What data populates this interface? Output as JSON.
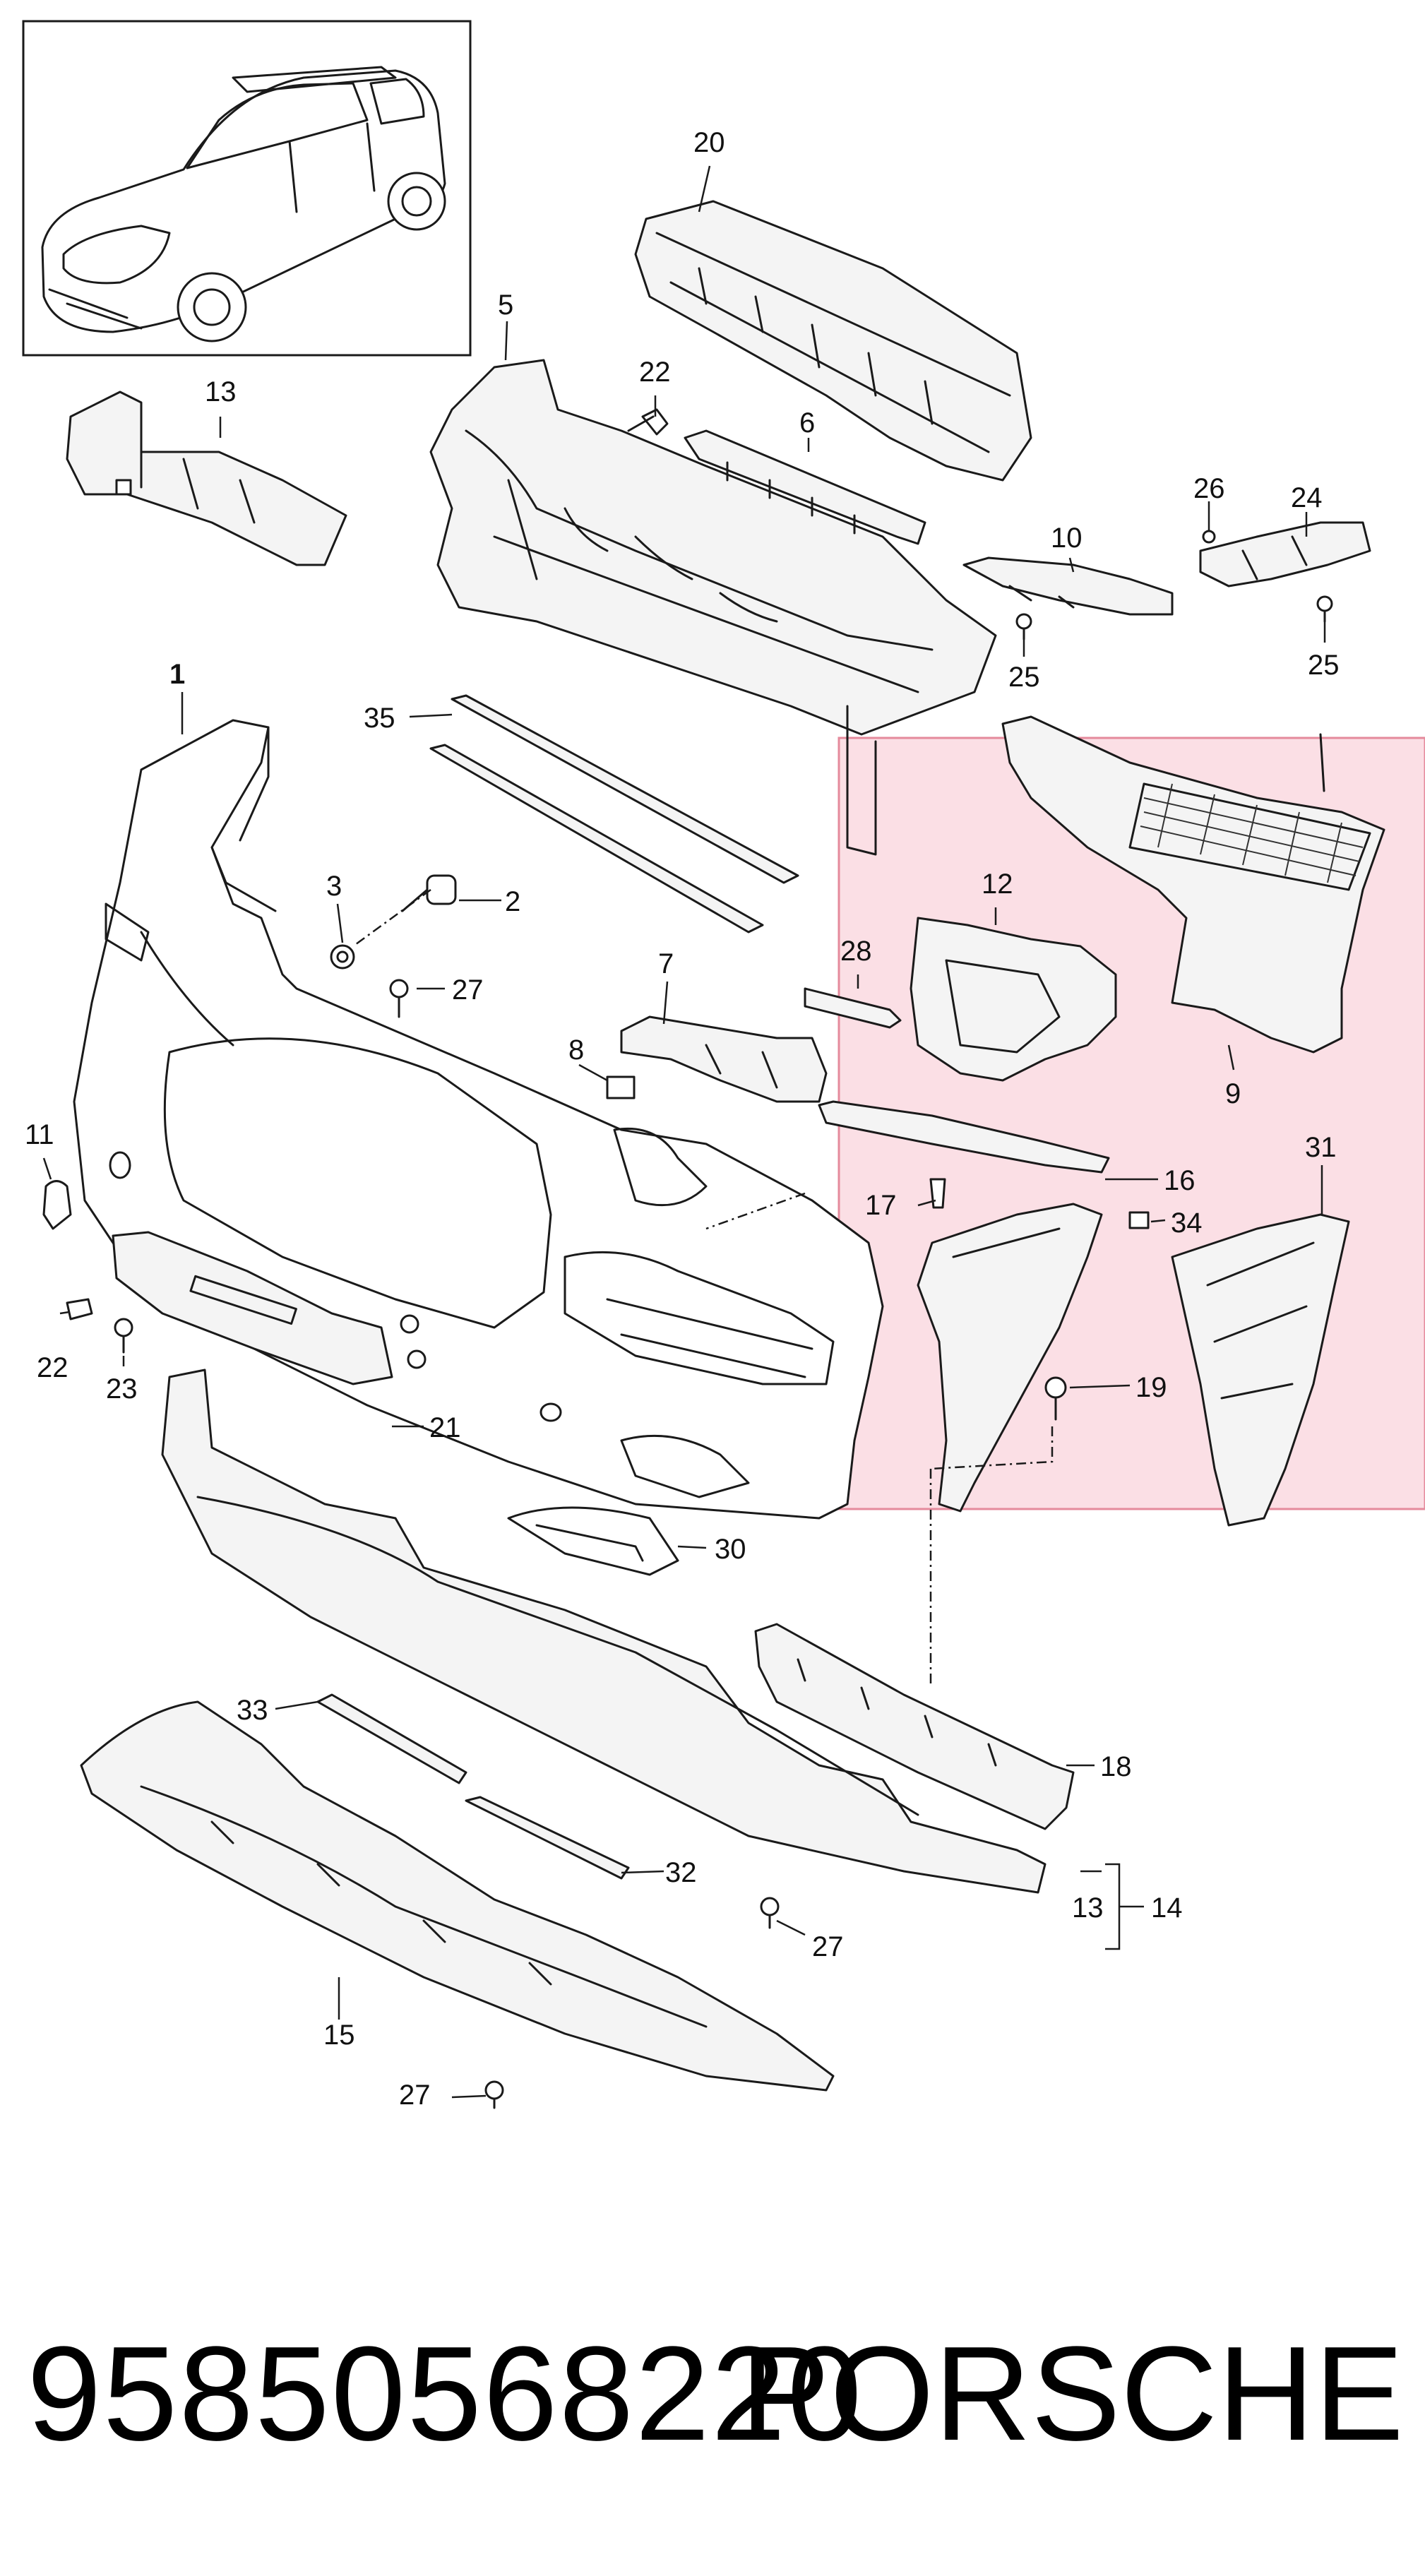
{
  "diagram": {
    "callouts": [
      {
        "id": "c1",
        "text": "1"
      },
      {
        "id": "c2",
        "text": "2"
      },
      {
        "id": "c3",
        "text": "3"
      },
      {
        "id": "c5",
        "text": "5"
      },
      {
        "id": "c6",
        "text": "6"
      },
      {
        "id": "c7",
        "text": "7"
      },
      {
        "id": "c8",
        "text": "8"
      },
      {
        "id": "c9",
        "text": "9"
      },
      {
        "id": "c10",
        "text": "10"
      },
      {
        "id": "c11",
        "text": "11"
      },
      {
        "id": "c12",
        "text": "12"
      },
      {
        "id": "c13a",
        "text": "13"
      },
      {
        "id": "c13b",
        "text": "13"
      },
      {
        "id": "c14",
        "text": "14"
      },
      {
        "id": "c15",
        "text": "15"
      },
      {
        "id": "c16",
        "text": "16"
      },
      {
        "id": "c17",
        "text": "17"
      },
      {
        "id": "c18",
        "text": "18"
      },
      {
        "id": "c19",
        "text": "19"
      },
      {
        "id": "c20",
        "text": "20"
      },
      {
        "id": "c21",
        "text": "21"
      },
      {
        "id": "c22a",
        "text": "22"
      },
      {
        "id": "c22b",
        "text": "22"
      },
      {
        "id": "c23",
        "text": "23"
      },
      {
        "id": "c24",
        "text": "24"
      },
      {
        "id": "c25a",
        "text": "25"
      },
      {
        "id": "c25b",
        "text": "25"
      },
      {
        "id": "c26",
        "text": "26"
      },
      {
        "id": "c27a",
        "text": "27"
      },
      {
        "id": "c27b",
        "text": "27"
      },
      {
        "id": "c27c",
        "text": "27"
      },
      {
        "id": "c28",
        "text": "28"
      },
      {
        "id": "c30",
        "text": "30"
      },
      {
        "id": "c31",
        "text": "31"
      },
      {
        "id": "c32",
        "text": "32"
      },
      {
        "id": "c33",
        "text": "33"
      },
      {
        "id": "c34",
        "text": "34"
      },
      {
        "id": "c35",
        "text": "35"
      }
    ],
    "highlight_color": "#f6c7d1",
    "highlight_border": "#e58a9c"
  },
  "footer": {
    "part_number": "95850568220",
    "brand": "PORSCHE"
  }
}
